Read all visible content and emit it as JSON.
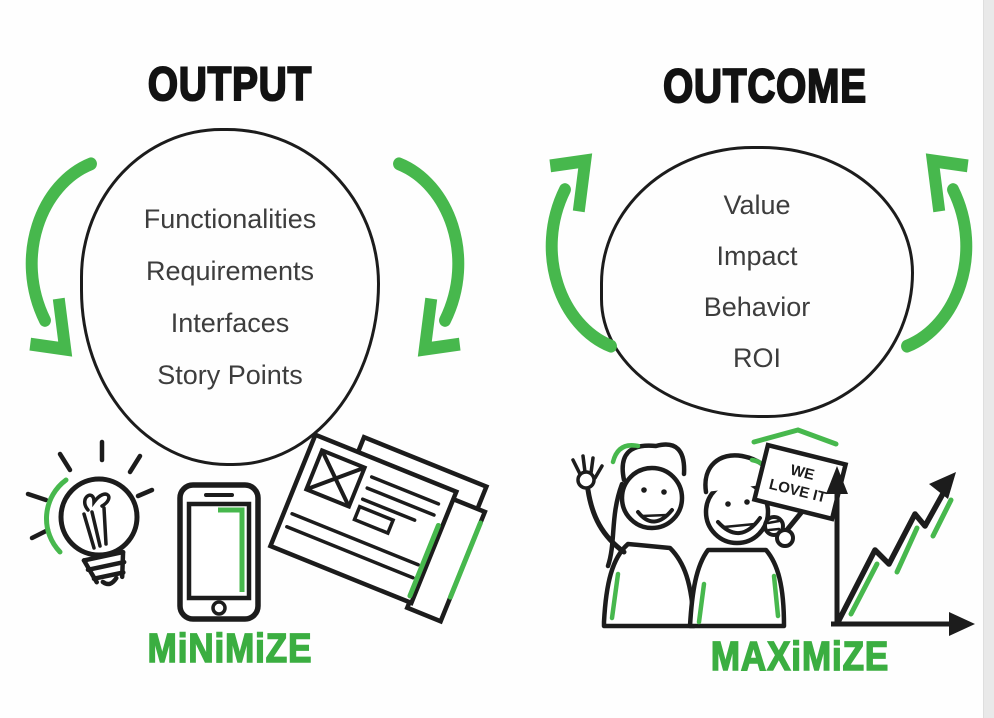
{
  "diagram": {
    "left": {
      "title": "OUTPUT",
      "circle_items": [
        "Functionalities",
        "Requirements",
        "Interfaces",
        "Story Points"
      ],
      "action_label": "MiNiMiZE",
      "arrow_direction": "down",
      "icons": [
        "lightbulb-icon",
        "smartphone-icon",
        "documents-icon"
      ]
    },
    "right": {
      "title": "OUTCOME",
      "circle_items": [
        "Value",
        "Impact",
        "Behavior",
        "ROI"
      ],
      "action_label": "MAXiMiZE",
      "arrow_direction": "up",
      "sign": {
        "line1": "WE",
        "line2": "LOVE IT"
      },
      "icons": [
        "cheering-people-illustration",
        "we-love-it-sign",
        "growth-chart-icon"
      ]
    },
    "colors": {
      "green_accent": "#47b84d",
      "green_label": "#3bae41",
      "ink": "#1c1c1c",
      "circle_text": "#3d3d3d",
      "edge_strip": "#e9e9e9"
    }
  }
}
